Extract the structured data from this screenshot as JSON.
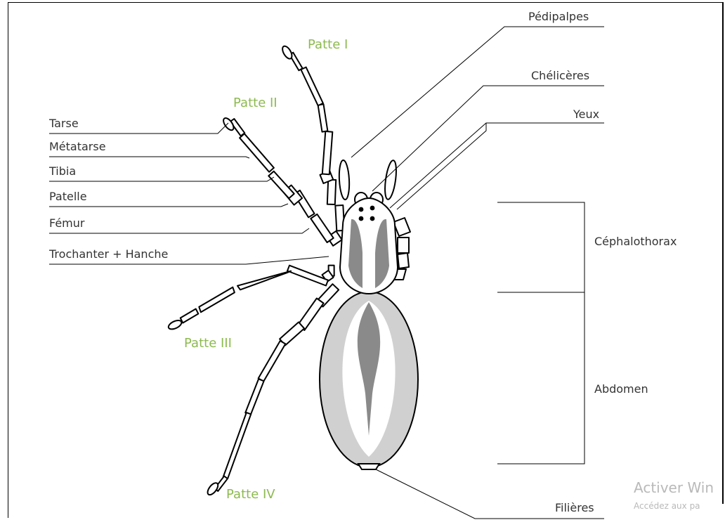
{
  "labels": {
    "tarse": "Tarse",
    "metatarse": "Métatarse",
    "tibia": "Tibia",
    "patelle": "Patelle",
    "femur": "Fémur",
    "trochanter": "Trochanter + Hanche",
    "pedipalpes": "Pédipalpes",
    "cheliceres": "Chélicères",
    "yeux": "Yeux",
    "cephalothorax": "Céphalothorax",
    "abdomen": "Abdomen",
    "filieres": "Filières"
  },
  "legs": {
    "patte1": "Patte I",
    "patte2": "Patte II",
    "patte3": "Patte III",
    "patte4": "Patte IV"
  },
  "watermark": {
    "line1": "Activer Win",
    "line2": "Accédez aux pa"
  },
  "colors": {
    "leg_label": "#8dba4f",
    "body_dark": "#8a8a8a",
    "body_light": "#d0d0d0",
    "outline": "#000000"
  }
}
